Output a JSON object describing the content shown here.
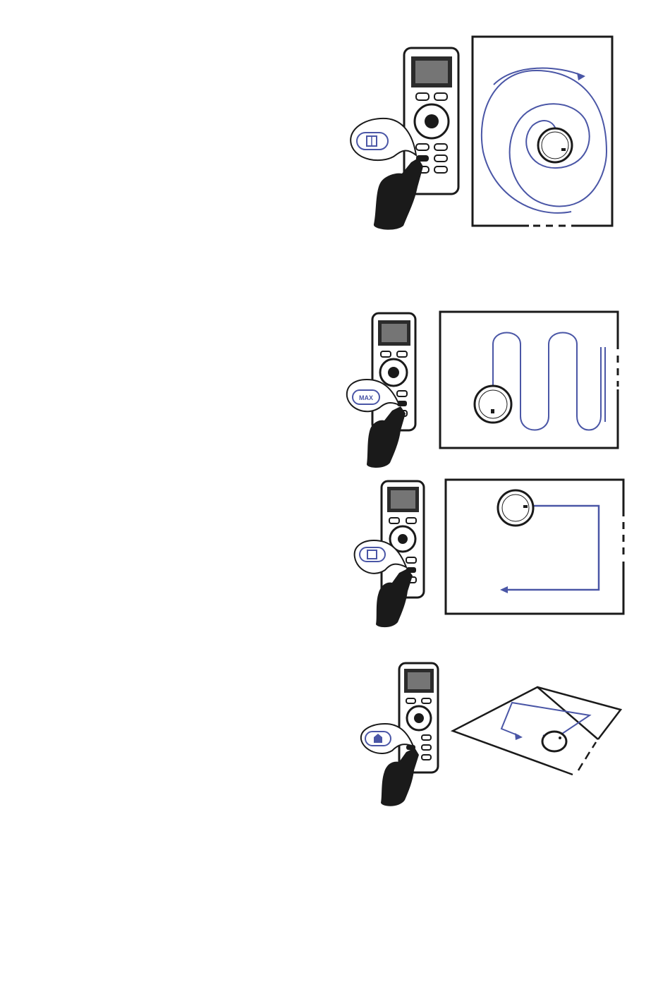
{
  "page": {
    "background": "#ffffff"
  },
  "colors": {
    "ink": "#1a1a1a",
    "path": "#4a56a6",
    "screen": "#2b2b2b"
  },
  "panels": [
    {
      "id": "spiral",
      "pattern": "spiral",
      "bubble_icon": "spot-clean-icon",
      "bubble_text": ""
    },
    {
      "id": "zigzag",
      "pattern": "zigzag",
      "bubble_icon": "max-icon",
      "bubble_text": "MAX"
    },
    {
      "id": "edge",
      "pattern": "edge",
      "bubble_icon": "edge-clean-icon",
      "bubble_text": ""
    },
    {
      "id": "room",
      "pattern": "room-perimeter",
      "bubble_icon": "home-icon",
      "bubble_text": ""
    }
  ]
}
